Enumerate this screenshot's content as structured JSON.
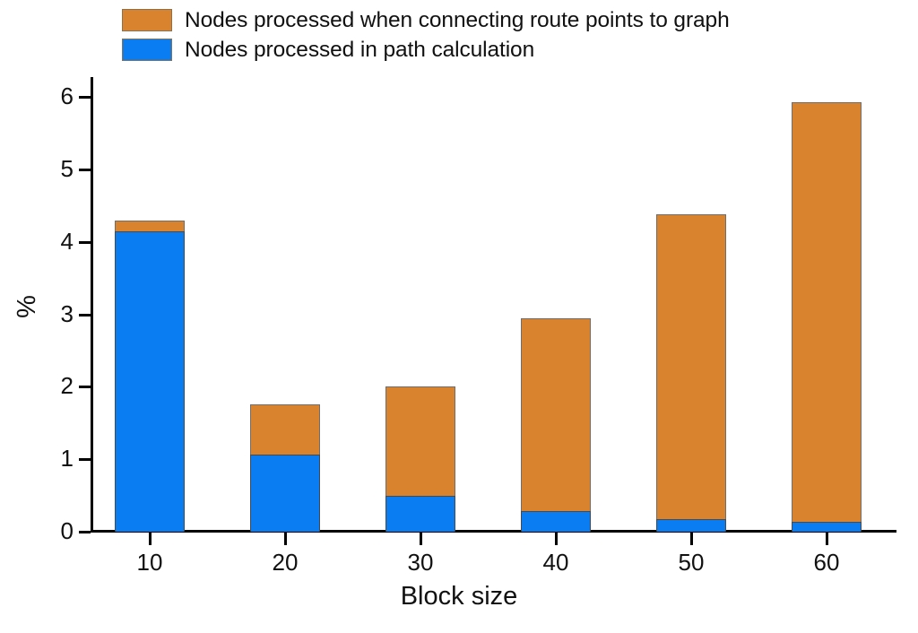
{
  "chart_data": {
    "type": "bar",
    "subtype": "stacked-vertical",
    "title": "",
    "xlabel": "Block size",
    "ylabel": "%",
    "categories": [
      "10",
      "20",
      "30",
      "40",
      "50",
      "60"
    ],
    "series": [
      {
        "name": "Nodes processed when connecting route points to graph",
        "color": "#d9832f",
        "stack_position": "top",
        "values": [
          0.15,
          0.7,
          1.5,
          2.65,
          4.21,
          5.8
        ]
      },
      {
        "name": "Nodes processed in path calculation",
        "color": "#0b7df2",
        "stack_position": "bottom",
        "values": [
          4.14,
          1.06,
          0.5,
          0.29,
          0.17,
          0.13
        ]
      }
    ],
    "stack_totals": [
      4.29,
      1.76,
      2.0,
      2.94,
      4.38,
      5.93
    ],
    "ylim": [
      0,
      6.4
    ],
    "yticks": [
      "0",
      "1",
      "2",
      "3",
      "4",
      "5",
      "6"
    ],
    "ytick_values": [
      0,
      1,
      2,
      3,
      4,
      5,
      6
    ],
    "xticks": [
      "10",
      "20",
      "30",
      "40",
      "50",
      "60"
    ],
    "grid": false,
    "legend_position": "top-left",
    "legend": [
      {
        "label": "Nodes processed when connecting route points to graph",
        "color": "#d9832f"
      },
      {
        "label": "Nodes processed in path calculation",
        "color": "#0b7df2"
      }
    ]
  },
  "colors": {
    "series_top": "#d9832f",
    "series_bottom": "#0b7df2",
    "axis": "#000000",
    "text": "#111111",
    "background": "#ffffff"
  }
}
